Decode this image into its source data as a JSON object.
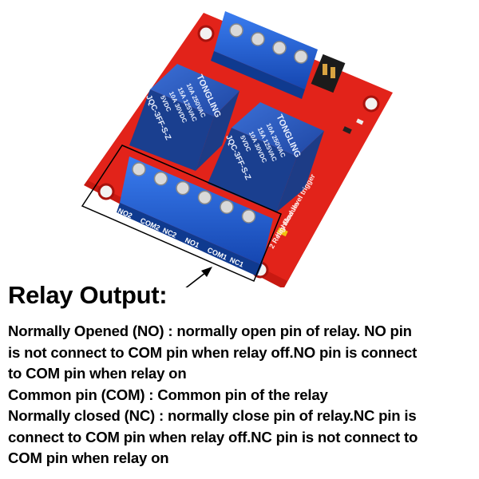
{
  "board": {
    "relay_1": {
      "brand": "TONGLING",
      "model": "JQC-3FF-S-Z",
      "ratings": [
        "10A 250VAC",
        "15A 125VAC",
        "10A 30VDC",
        "5VDC"
      ]
    },
    "relay_2": {
      "brand": "TONGLING",
      "model": "JQC-3FF-S-Z",
      "ratings": [
        "10A 250VAC",
        "15A 125VAC",
        "10A 30VDC",
        "5VDC"
      ]
    },
    "output_pins": [
      "NO2",
      "COM2",
      "NC2",
      "NO1",
      "COM1",
      "NC1"
    ],
    "silkscreen_trigger": "high/low level trigger",
    "silkscreen_module": "2 Relay Module"
  },
  "heading": "Relay Output:",
  "description_lines": [
    "Normally Opened (NO) : normally open pin of relay. NO pin",
    "is not connect to COM pin when relay off.NO pin is connect",
    "to COM pin when relay on",
    "Common pin (COM) : Common pin of the relay",
    "Normally closed (NC) : normally close pin of relay.NC pin is",
    "connect to COM pin when relay off.NC pin is not connect to",
    "COM pin when relay on"
  ],
  "colors": {
    "pcb": "#e2231a",
    "relay": "#2a55b8",
    "terminal": "#1e5fd0",
    "text": "#000000"
  }
}
